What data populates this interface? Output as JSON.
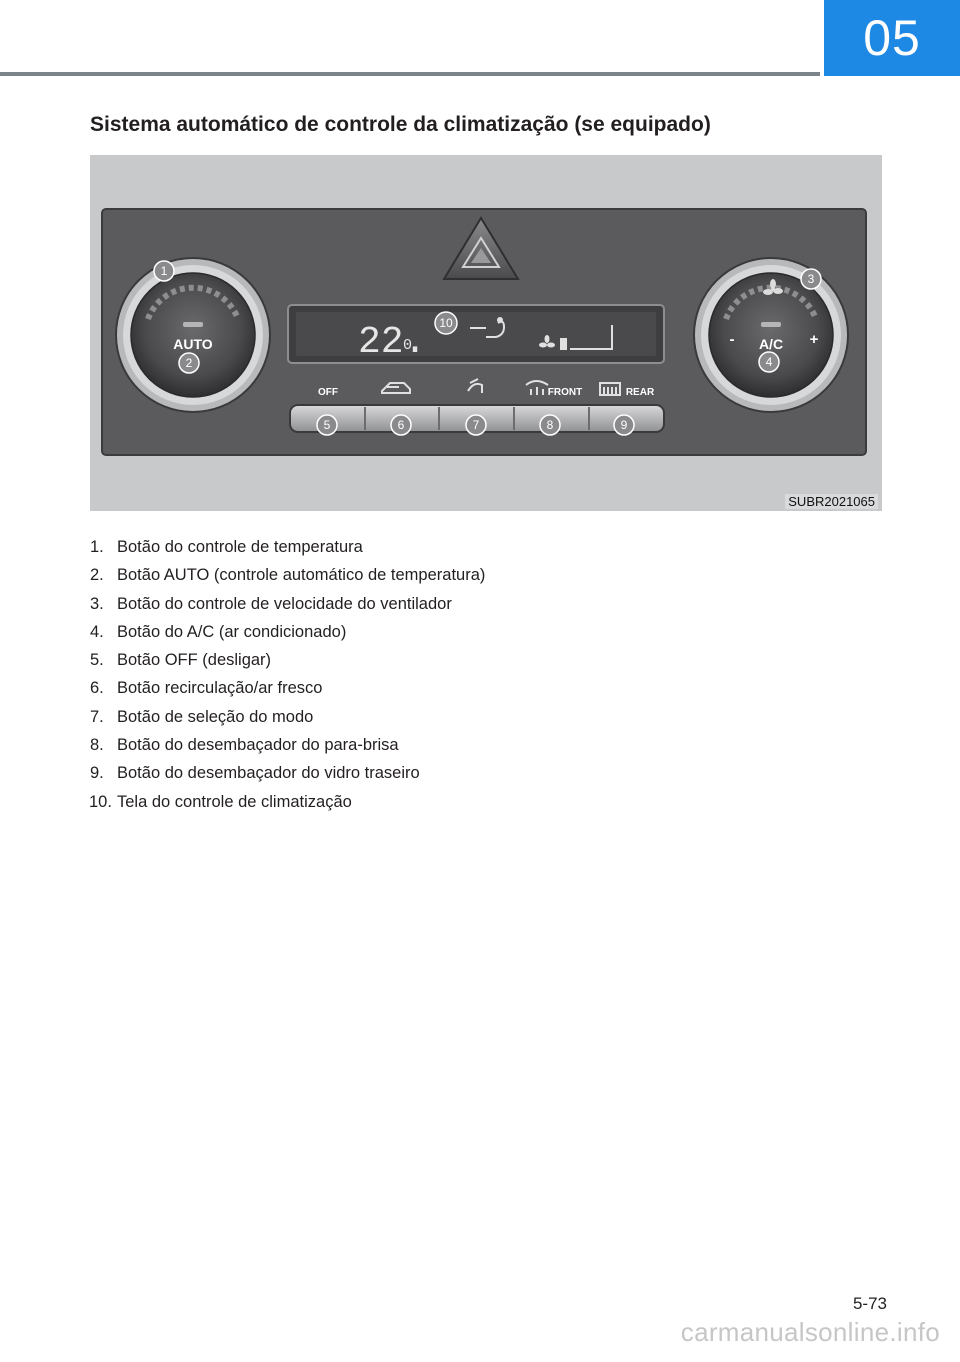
{
  "chapter": "05",
  "section_title": "Sistema automático de controle da climatização (se equipado)",
  "figure": {
    "code": "SUBR2021065",
    "panel": {
      "display_temperature": "22.",
      "display_unit_glyph": "0",
      "left_knob_label": "AUTO",
      "right_knob_label": "A/C",
      "right_knob_minus": "-",
      "right_knob_plus": "+",
      "button_labels": [
        "OFF",
        "FRONT",
        "REAR"
      ],
      "callouts": [
        "1",
        "2",
        "3",
        "4",
        "5",
        "6",
        "7",
        "8",
        "9",
        "10"
      ]
    }
  },
  "legend": [
    {
      "num": "1.",
      "text": "Botão do controle de temperatura"
    },
    {
      "num": "2.",
      "text": "Botão AUTO (controle automático de temperatura)"
    },
    {
      "num": "3.",
      "text": "Botão do controle de velocidade do ventilador"
    },
    {
      "num": "4.",
      "text": "Botão do A/C (ar condicionado)"
    },
    {
      "num": "5.",
      "text": "Botão OFF (desligar)"
    },
    {
      "num": "6.",
      "text": "Botão recirculação/ar fresco"
    },
    {
      "num": "7.",
      "text": "Botão de seleção do modo"
    },
    {
      "num": "8.",
      "text": "Botão do desembaçador do para-brisa"
    },
    {
      "num": "9.",
      "text": "Botão do desembaçador do vidro traseiro"
    },
    {
      "num": "10.",
      "text": "Tela do controle de climatização"
    }
  ],
  "page_number": "5-73",
  "watermark": "carmanualsonline.info"
}
